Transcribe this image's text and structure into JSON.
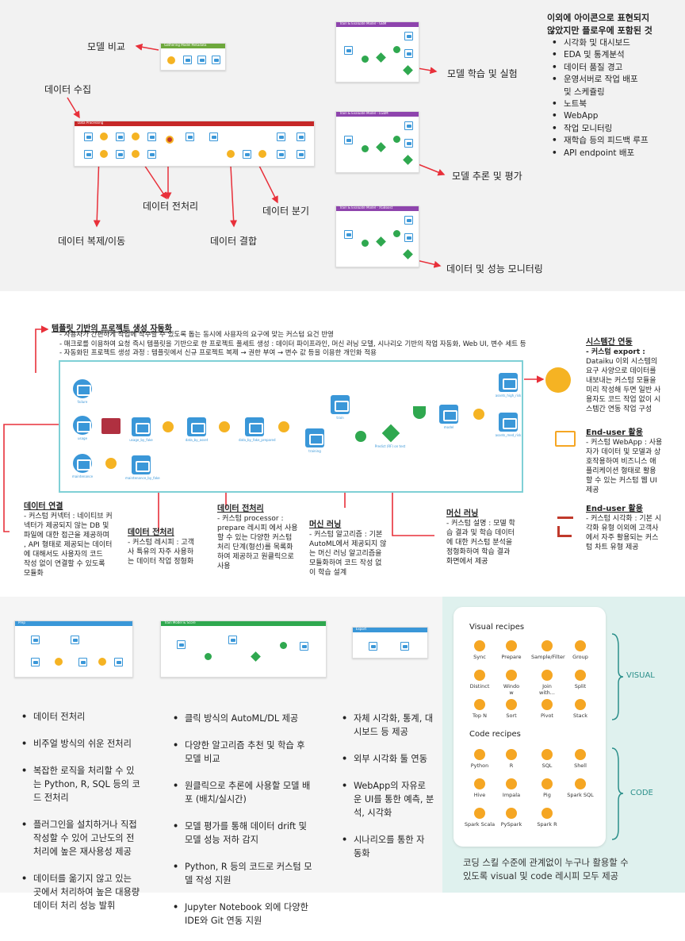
{
  "sec1": {
    "labels": {
      "compare": "모델 비교",
      "collect": "데이터 수집",
      "train": "모델 학습 및 실험",
      "infer": "모델 추론 및 평가",
      "preprocess": "데이터 전처리",
      "split": "데이터 분기",
      "copy": "데이터 복제/이동",
      "join": "데이터 결합",
      "monitor": "데이터 및 성능 모니터링"
    },
    "flows": {
      "gathering": "Gathering Model Metadata",
      "data_proc": "Data Processing",
      "train_gbm": "Train & Evaluate Model - GBM",
      "train_lgbm": "Train & Evaluate Model - LGBM",
      "train_xgb": "Train & Evaluate Model - XGBoost"
    },
    "side_title_1": "이외에 아이콘으로 표현되지",
    "side_title_2": "않았지만 플로우에 포함된 것",
    "side_items": [
      "시각화 및 대시보드",
      "EDA 및 통계분석",
      "데이터 품질 경고",
      "운영서버로 작업 배포",
      "및 스케쥴링",
      "노트북",
      "WebApp",
      "작업 모니터링",
      "재학습 등의 피드백 루프",
      "API endpoint 배포"
    ]
  },
  "sec2": {
    "tpl_title": "템플릿 기반의 프로젝트 생성 자동화",
    "tpl_lines": [
      "- 사용자가 간편하게 작업에 착수할 수 있도록 돕는 동시에 사용자의 요구에 맞는 커스텀 요건 반영",
      "- 매크로를 이용하여 요청 즉시 템플릿을 기반으로 한 프로젝트 풀세트 생성 : 데이터 파이프라인, 머신 러닝 모델, 시나리오 기반의 작업 자동화, Web UI, 변수 세트 등",
      "- 자동화된 프로젝트 생성 과정 : 템플릿에서 신규 프로젝트 복제 → 권한 부여 → 변수 값 등을 이용한 개인화 적용"
    ],
    "nodes": [
      "failure",
      "usage",
      "maintenance",
      "usage_by_fake",
      "maintenance_by_fake",
      "data_by_asset",
      "data_by_fake_prepared",
      "train",
      "training",
      "model",
      "assets_high_risk",
      "assets_med_risk",
      "Predict (RF) on test"
    ],
    "sys_title": "시스템간 연동",
    "sys_sub": "- 커스텀 export :",
    "sys_lines": [
      "Dataiku 이외 시스템의",
      "요구 사양으로 데이터를",
      "내보내는 커스텀 모듈을",
      "미리 작성해 두면 일반 사",
      "용자도 코드 작업 없이 시",
      "스템간 연동 작업 구성"
    ],
    "eu1_title": "End-user 활용",
    "eu1_lines": [
      "- 커스텀 WebApp : 사용",
      "자가 데이터 및 모델과 상",
      "호작용하여 비즈니스 애",
      "플리케이션 형태로 활용",
      "할 수 있는 커스텀 웹 UI",
      "제공"
    ],
    "eu2_title": "End-user 활용",
    "eu2_lines": [
      "- 커스텀 시각화 : 기본 시",
      "각화 유형 이외에 고객사",
      "에서 자주 활용되는 커스",
      "텀 차트 유형 제공"
    ],
    "conn_title": "데이터 연결",
    "conn_lines": [
      "- 커스텀 커넥터 : 네이티브 커",
      "넥터가 제공되지 않는 DB 및",
      "파일에 대한 접근을 제공하며",
      ", API 형태로 제공되는 데이터",
      "에 대해서도 사용자의 코드",
      "작성 없이 연결할 수 있도록",
      "모듈화"
    ],
    "prep1_title": "데이터 전처리",
    "prep1_lines": [
      "- 커스텀 레시피 : 고객",
      "사 특유의 자주 사용하",
      "는 데이터 작업 정형화"
    ],
    "prep2_title": "데이터 전처리",
    "prep2_lines": [
      "- 커스텀 processor :",
      "prepare 레시피 에서 사용",
      "할 수 있는 다양한 커스텀",
      "처리 단계(형선)를 목록화",
      "하여 제공하고 원클릭으로",
      "사용"
    ],
    "ml1_title": "머신 러닝",
    "ml1_lines": [
      "- 커스텀 알고리즘 : 기본",
      "AutoML에서 제공되지 않",
      "는 머신 러닝 알고리즘을",
      "모듈화하여 코드 작성 없",
      "이 학습 설계"
    ],
    "ml2_title": "머신 러닝",
    "ml2_lines": [
      "- 커스텀 설명 : 모델 학",
      "습 결과 및 학습 데이터",
      "에 대한 커스텀 분석을",
      "정형화하여 학습 결과",
      "화면에서 제공"
    ]
  },
  "sec3": {
    "flows": {
      "prep": "Prep",
      "train": "Train Model & Score",
      "export": "Export"
    },
    "col1": [
      "데이터 전처리",
      "비주얼 방식의 쉬운 전처리",
      "복잡한 로직을 처리할 수 있\n는 Python, R, SQL 등의 코\n드 전처리",
      "플러그인을 설치하거나 직접\n작성할 수 있어 고난도의 전\n처리에 높은 재사용성 제공",
      "데이터를 옮기지 않고 있는\n곳에서 처리하여 높은 대용량\n데이터 처리 성능 발휘"
    ],
    "col2": [
      "클릭 방식의 AutoML/DL 제공",
      "다양한 알고리즘 추천 및 학습 후\n모델 비교",
      "원클릭으로 추론에 사용할 모델 배\n포 (배치/실시간)",
      "모델 평가를 통해 데이터 drift 및\n모델 성능 저하 감지",
      "Python, R 등의 코드로 커스텀 모\n델 작성 지원",
      "Jupyter Notebook 외에 다양한\nIDE와 Git 연동 지원"
    ],
    "col3": [
      "자체 시각화, 통계, 대\n시보드 등 제공",
      "외부 시각화 툴 연동",
      "WebApp의 자유로\n운 UI를 통한 예측, 분\n석, 시각화",
      "시나리오를 통한 자\n동화"
    ],
    "visual_title": "Visual recipes",
    "visual": [
      "Sync",
      "Prepare",
      "Sample/Filter",
      "Group",
      "Distinct",
      "Windo\nw",
      "Join\nwith...",
      "Split",
      "Top N",
      "Sort",
      "Pivot",
      "Stack"
    ],
    "code_title": "Code recipes",
    "code": [
      "Python",
      "R",
      "SQL",
      "Shell",
      "Hive",
      "Impala",
      "Pig",
      "Spark SQL",
      "Spark Scala",
      "PySpark",
      "Spark R"
    ],
    "visual_tag": "VISUAL",
    "code_tag": "CODE",
    "footer_1": "코딩 스킬 수준에 관계없이 누구나 활용할 수",
    "footer_2": "있도록 visual 및 code 레시피 모두 제공"
  },
  "colors": {
    "accent_red": "#e8303a",
    "dataiku_blue": "#3a97d8",
    "recipe_orange": "#f5a623",
    "teal": "#2a8f8a",
    "green": "#2fa84f"
  }
}
